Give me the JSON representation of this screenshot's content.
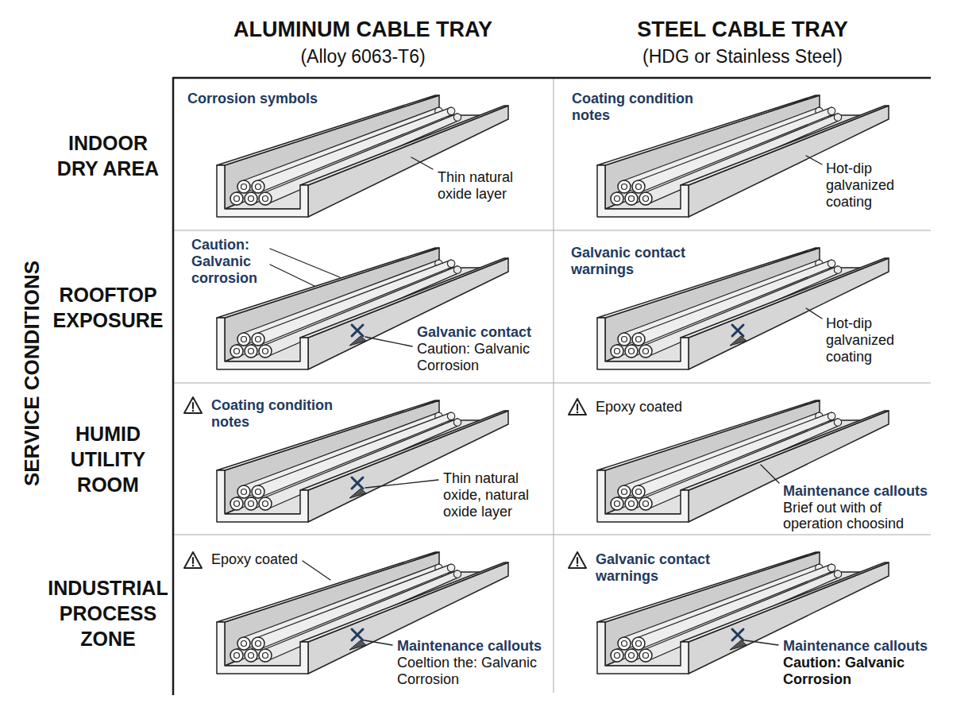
{
  "diagram": {
    "labels": [
      "ALUMINUM CABLE TRAY",
      "(Alloy 6063-T6)",
      "STEEL CABLE TRAY",
      "(HDG or Stainless Steel)",
      "SERVICE CONDITIONS",
      "INDOOR DRY AREA",
      "ROOFTOP EXPOSURE",
      "HUMID UTILITY ROOM",
      "INDUSTRIAL PROCESS ZONE",
      "Corrosion symbols",
      "Thin natural oxide layer",
      "Coating condition notes",
      "Hot-dip galvanized coating",
      "Caution: Galvanic corrosion",
      "Galvanic contact",
      "Caution: Galvanic Corrosion",
      "Galvanic contact warnings",
      "Hot-dip galvanized coating",
      "Coating condition notes",
      "Thin natural oxide, natural oxide layer",
      "Epoxy coated",
      "Maintenance callouts",
      "Brief out with of operation choosind",
      "Epoxy coated",
      "Maintenance callouts",
      "Coeltion the: Galvanic Corrosion",
      "Galvanic contact warnings",
      "Maintenance callouts",
      "Caution: Galvanic Corrosion"
    ]
  }
}
